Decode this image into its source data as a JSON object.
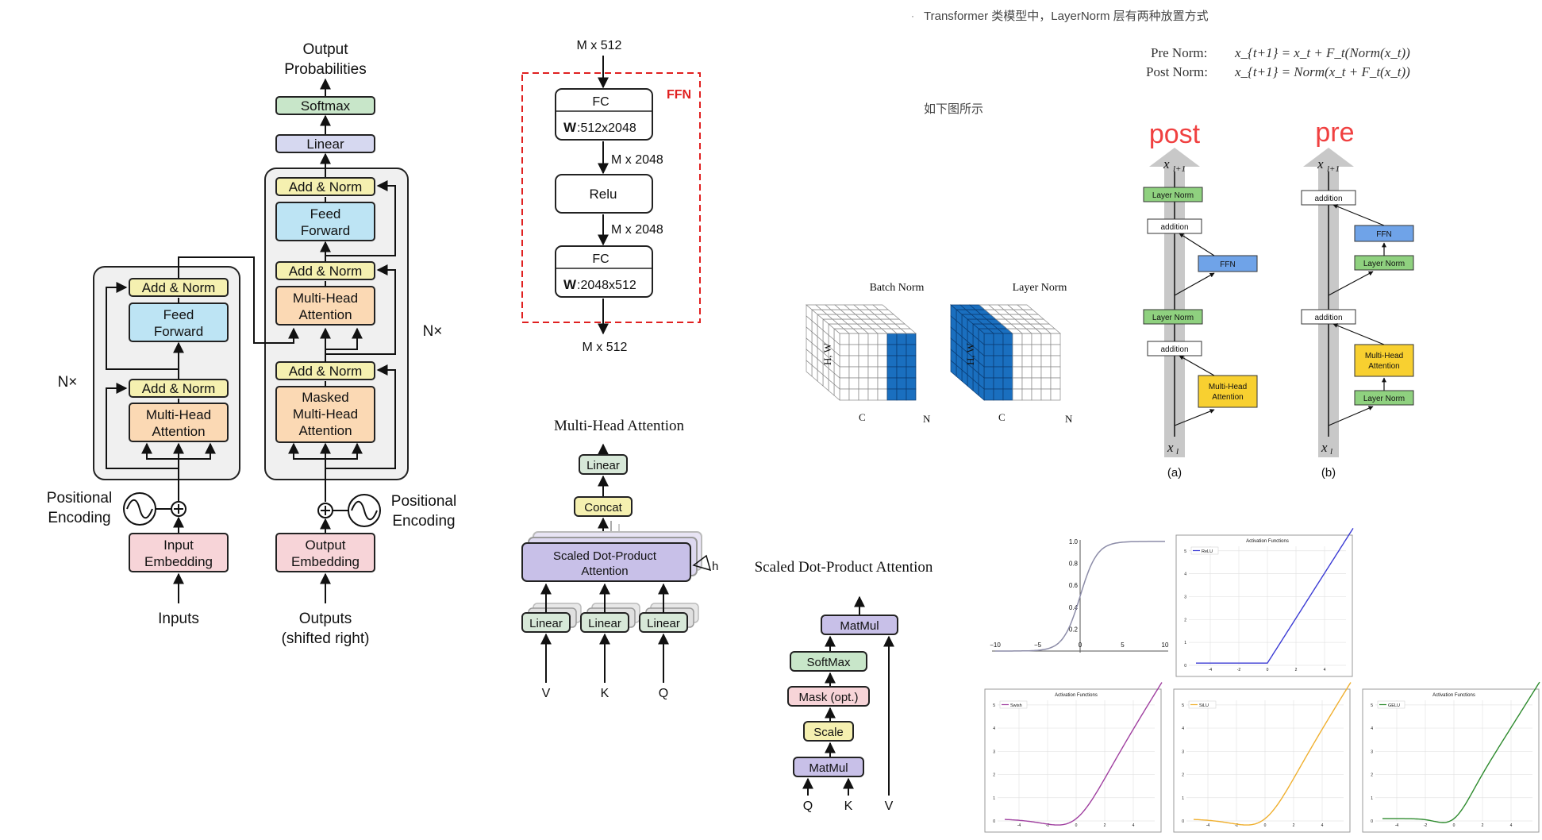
{
  "transformer": {
    "output_probabilities": [
      "Output",
      "Probabilities"
    ],
    "softmax": "Softmax",
    "linear": "Linear",
    "add_norm": "Add & Norm",
    "feed_forward": [
      "Feed",
      "Forward"
    ],
    "multi_head_attention": [
      "Multi-Head",
      "Attention"
    ],
    "masked_multi_head_attention": [
      "Masked",
      "Multi-Head",
      "Attention"
    ],
    "nx": "N×",
    "positional_encoding": [
      "Positional",
      "Encoding"
    ],
    "input_embedding": [
      "Input",
      "Embedding"
    ],
    "output_embedding": [
      "Output",
      "Embedding"
    ],
    "inputs": "Inputs",
    "outputs": [
      "Outputs",
      "(shifted right)"
    ]
  },
  "ffn": {
    "input_dims": "M x 512",
    "label": "FFN",
    "fc": "FC",
    "w1": [
      "W",
      ":512x2048"
    ],
    "mid_dims": "M x 2048",
    "relu": "Relu",
    "w2": [
      "W",
      ":2048x512"
    ],
    "output_dims": "M x 512"
  },
  "mha": {
    "title": "Multi-Head Attention",
    "linear": "Linear",
    "concat": "Concat",
    "sdpa": [
      "Scaled Dot-Product",
      "Attention"
    ],
    "h": "h",
    "inputs": [
      "V",
      "K",
      "Q"
    ]
  },
  "sdpa": {
    "title": "Scaled Dot-Product Attention",
    "matmul": "MatMul",
    "softmax": "SoftMax",
    "mask": "Mask (opt.)",
    "scale": "Scale",
    "inputs": [
      "Q",
      "K",
      "V"
    ]
  },
  "notes": {
    "bullet": "·",
    "heading": "Transformer 类模型中，LayerNorm 层有两种放置方式",
    "pre_norm_label": "Pre Norm:",
    "pre_norm_formula": "x_{t+1} = x_t + F_t(Norm(x_t))",
    "post_norm_label": "Post Norm:",
    "post_norm_formula": "x_{t+1} = Norm(x_t + F_t(x_t))",
    "caption": "如下图所示"
  },
  "norm_cubes": {
    "batch_norm": "Batch Norm",
    "layer_norm": "Layer Norm",
    "axis_hw": "H, W",
    "axis_c": "C",
    "axis_n": "N",
    "fill_color": "#1a6fbf"
  },
  "post_pre": {
    "post_title": "post",
    "pre_title": "pre",
    "title_color": "#f04040",
    "x_top": "x",
    "x_top_sub": "l+1",
    "x_bottom": "x",
    "x_bottom_sub": "l",
    "layer_norm": "Layer Norm",
    "addition": "addition",
    "ffn": "FFN",
    "mha": [
      "Multi-Head",
      "Attention"
    ],
    "caption_a": "(a)",
    "caption_b": "(b)"
  },
  "activations": {
    "sigmoid": {
      "x_ticks": [
        "−10",
        "−5",
        "0",
        "5",
        "10"
      ],
      "y_ticks": [
        "0.2",
        "0.4",
        "0.6",
        "0.8",
        "1.0"
      ]
    },
    "plots": [
      {
        "title": "Activation Functions",
        "legend": "ReLU",
        "color": "#3b3bd4",
        "kind": "relu"
      },
      {
        "title": "Activation Functions",
        "legend": "Swish",
        "color": "#a040a0",
        "kind": "swish"
      },
      {
        "title": "",
        "legend": "SiLU",
        "color": "#f0b030",
        "kind": "silu"
      },
      {
        "title": "Activation Functions",
        "legend": "GELU",
        "color": "#2e8b2e",
        "kind": "gelu"
      }
    ],
    "x_ticks": [
      "-4",
      "-2",
      "0",
      "2",
      "4"
    ],
    "y_ticks": [
      "0",
      "1",
      "2",
      "3",
      "4",
      "5"
    ]
  }
}
